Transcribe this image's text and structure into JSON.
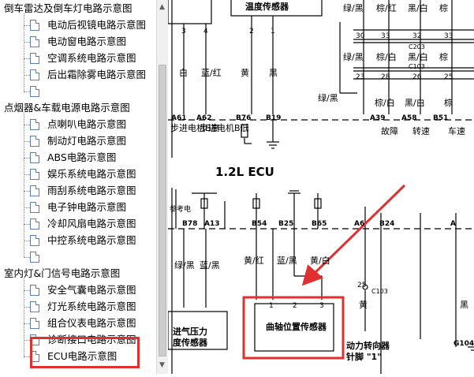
{
  "tree": {
    "items": [
      {
        "level": "category",
        "label": "倒车雷达及倒车灯电路示意图"
      },
      {
        "level": "leaf",
        "label": "电动后视镜电路示意图"
      },
      {
        "level": "leaf",
        "label": "电动窗电路示意图"
      },
      {
        "level": "leaf",
        "label": "空调系统电路示意图"
      },
      {
        "level": "leaf",
        "label": "后出霜除雾电路示意图"
      },
      {
        "level": "leaf",
        "label": ""
      },
      {
        "level": "category",
        "label": "点烟器&车载电源电路示意图"
      },
      {
        "level": "leaf",
        "label": "点喇叭电路示意图"
      },
      {
        "level": "leaf",
        "label": "制动灯电路示意图"
      },
      {
        "level": "leaf",
        "label": "ABS电路示意图"
      },
      {
        "level": "leaf",
        "label": "娱乐系统电路示意图"
      },
      {
        "level": "leaf",
        "label": "雨刮系统电路示意图"
      },
      {
        "level": "leaf",
        "label": "电子钟电路示意图"
      },
      {
        "level": "leaf",
        "label": "冷却风扇电路示意图"
      },
      {
        "level": "leaf",
        "label": "中控系统电路示意图"
      },
      {
        "level": "leaf",
        "label": ""
      },
      {
        "level": "category",
        "label": "室内灯&门信号电路示意图"
      },
      {
        "level": "leaf",
        "label": "安全气囊电路示意图"
      },
      {
        "level": "leaf",
        "label": "灯光系统电路示意图"
      },
      {
        "level": "leaf",
        "label": "组合仪表电路示意图"
      },
      {
        "level": "leaf",
        "label": "诊断接口电路示意图"
      },
      {
        "level": "leaf",
        "label": "ECU电路示意图"
      }
    ]
  },
  "diagram": {
    "top": {
      "temp_sensor": "温度传感器",
      "pins_left": [
        "3",
        "4"
      ],
      "pin_mid": "2",
      "pin_mid2": "1",
      "wire_labels_top": [
        "绿/黑",
        "棕/红",
        "黑/白",
        "棕"
      ],
      "c_pins_top": [
        "30",
        "33",
        "32",
        "33"
      ],
      "wire_labels_mid": [
        "绿/黑",
        "棕/白",
        "黑/白",
        "棕"
      ],
      "connector_c203": "C203",
      "connector_c103": "C103",
      "c_pins_mid": [
        "23",
        "28",
        "26",
        "25"
      ],
      "wire_labels_low": [
        "绿/黑",
        "棕/白",
        "黑/白",
        "棕"
      ],
      "wire_left": [
        "白",
        "蓝/红",
        "黄",
        "黑"
      ],
      "pin_codes": [
        "A61",
        "A62",
        "B76",
        "B19",
        "A39",
        "A58",
        "B51"
      ],
      "func_labels": [
        "步进电机B高",
        "步进电机B低",
        "故障",
        "转速",
        "车速"
      ]
    },
    "ecu_title": "1.2L ECU",
    "mid": {
      "ref_voltage": "参考电",
      "pins": [
        "B78",
        "A13",
        "B54",
        "B25",
        "B65",
        "A6",
        "B24",
        "A"
      ],
      "wires": [
        "绿/黑",
        "蓝/黑",
        "黄/红",
        "蓝/黑",
        "黄/白"
      ],
      "connector": "C103",
      "pin_25": "25",
      "yellow": "黄",
      "black_right": "黑",
      "pins_123": [
        "1",
        "2",
        "3"
      ],
      "crank_sensor": "曲轴位置传感器",
      "intake_sensor_line1": "进气压力",
      "intake_sensor_line2": "度传感器",
      "power_steering_line1": "动力转向器",
      "power_steering_line2": "针脚 \"1\"",
      "ground": "G104"
    }
  }
}
